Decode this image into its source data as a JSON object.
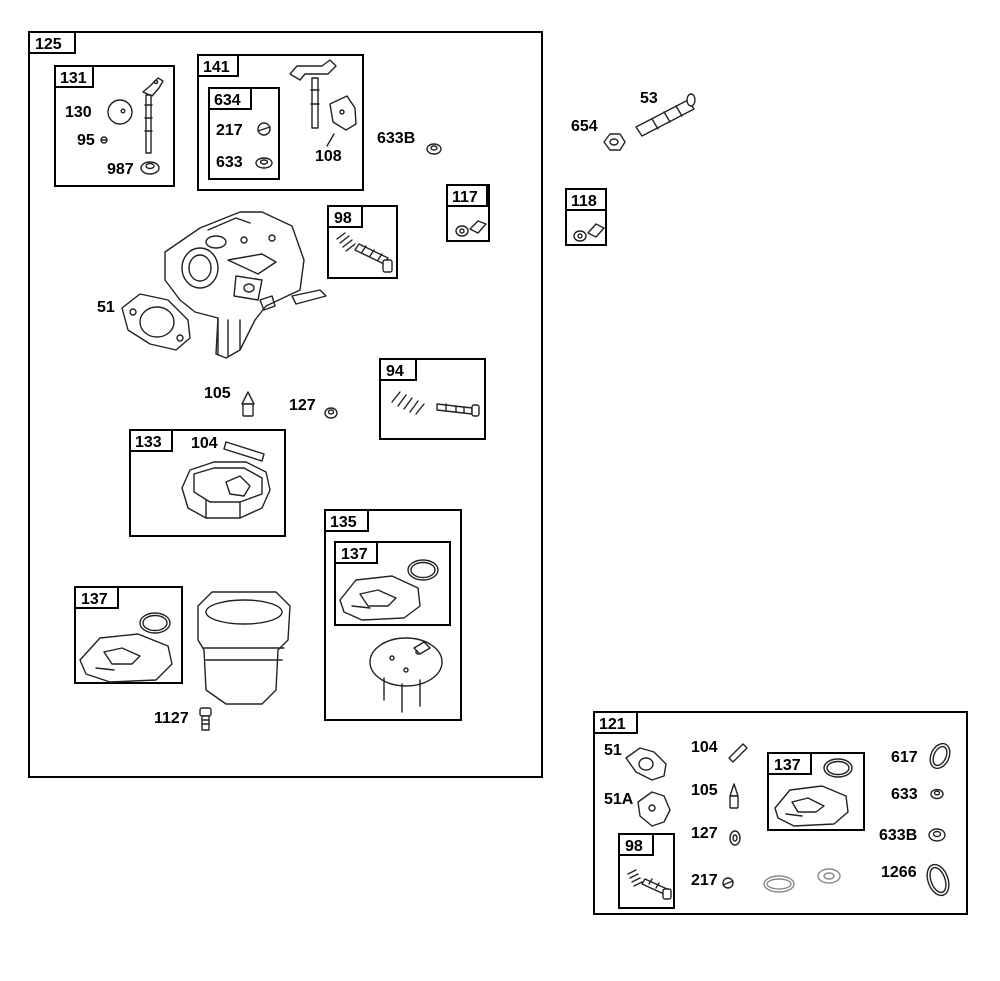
{
  "kits": {
    "k125": "125",
    "k131": "131",
    "k141": "141",
    "k634": "634",
    "k98a": "98",
    "k117": "117",
    "k118": "118",
    "k94": "94",
    "k133": "133",
    "k135": "135",
    "k137a": "137",
    "k137b": "137",
    "k121": "121",
    "k137c": "137",
    "k98b": "98"
  },
  "parts": {
    "p130": "130",
    "p95": "95",
    "p987": "987",
    "p217a": "217",
    "p633a": "633",
    "p108": "108",
    "p633Ba": "633B",
    "p53": "53",
    "p654": "654",
    "p51a": "51",
    "p105a": "105",
    "p127a": "127",
    "p104a": "104",
    "p1127": "1127",
    "p51b": "51",
    "p51A": "51A",
    "p104b": "104",
    "p105b": "105",
    "p127b": "127",
    "p217b": "217",
    "p617": "617",
    "p633b": "633",
    "p633Bb": "633B",
    "p1266": "1266"
  }
}
